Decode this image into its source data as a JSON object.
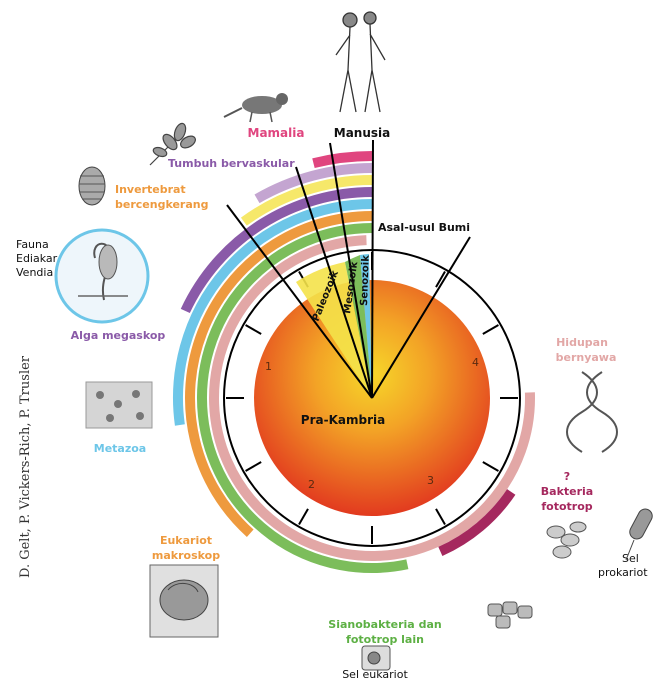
{
  "credit": "D. Gelt, P. Vickers-Rich, P. Trusler",
  "colors": {
    "pink": "#e2a7a6",
    "green": "#7cbd5b",
    "orange": "#ee9a3e",
    "blue": "#6dc6e8",
    "purple": "#8a5aa8",
    "yellow": "#f6e86a",
    "lavender": "#c4a5d1",
    "magenta": "#e0457f",
    "maroon": "#a5285e",
    "clock_edge": "#f3a326",
    "clock_center": "#f6d72a",
    "clock_inner": "#e23a1f"
  },
  "labels": {
    "manusia": "Manusia",
    "mamalia": "Mamalia",
    "tumbuh": "Tumbuh bervaskular",
    "invertebrat_1": "Invertebrat",
    "invertebrat_2": "bercengkerang",
    "fauna_1": "Fauna",
    "fauna_2": "Ediakar /",
    "fauna_3": "Vendia",
    "alga": "Alga megaskop",
    "metazoa": "Metazoa",
    "eukariot_1": "Eukariot",
    "eukariot_2": "makroskop",
    "sel_eukariot": "Sel eukariot",
    "sianobakteria_1": "Sianobakteria dan",
    "sianobakteria_2": "fototrop lain",
    "sel_prokariot_1": "Sel",
    "sel_prokariot_2": "prokariot",
    "bakteria_q": "?",
    "bakteria_1": "Bakteria",
    "bakteria_2": "fototrop",
    "hidupan_1": "Hidupan",
    "hidupan_2": "bernyawa",
    "asal_usul": "Asal-usul Bumi",
    "pra_kambria": "Pra-Kambria",
    "paleozoik": "Paleozoik",
    "mesozoik": "Mesozoik",
    "senozoik": "Senozoik",
    "num1": "1",
    "num2": "2",
    "num3": "3",
    "num4": "4"
  },
  "icons": [
    "human-figure-icon",
    "mammal-icon",
    "vascular-plant-icon",
    "trilobite-icon",
    "ediacaran-fossil-icon",
    "metazoa-icon",
    "dna-helix-icon",
    "bacteria-cluster-icon",
    "prokaryote-cell-icon",
    "eukaryote-macro-icon",
    "eukaryote-cell-icon",
    "cyanobacteria-icon"
  ]
}
